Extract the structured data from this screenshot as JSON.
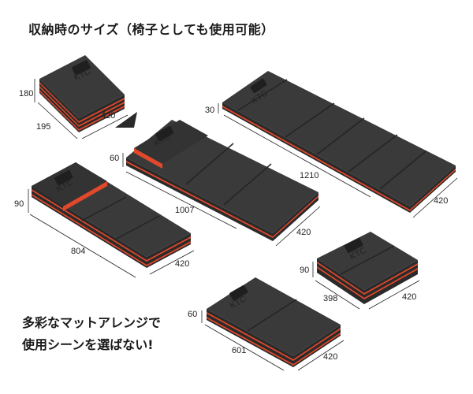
{
  "heading": "収納時のサイズ（椅子としても使用可能）",
  "tagline": [
    "多彩なマットアレンジで",
    "使用シーンを選ばない!"
  ],
  "handle_logo": "KTC",
  "colors": {
    "mat_top": "#3a3a3a",
    "mat_top_dark": "#2c2c2c",
    "mat_side": "#2a2a2a",
    "mat_edge_red": "#e2482a",
    "text": "#1a1a1a"
  },
  "configurations": [
    {
      "id": "stacked-cube",
      "dims": {
        "height": "180",
        "width": "195",
        "length": "420"
      }
    },
    {
      "id": "long-flat",
      "dims": {
        "height": "30",
        "length": "1210",
        "width": "420"
      }
    },
    {
      "id": "mid-flat",
      "dims": {
        "height": "60",
        "length": "1007",
        "width": "420"
      }
    },
    {
      "id": "three-panel",
      "dims": {
        "height": "90",
        "length": "804",
        "width": "420"
      }
    },
    {
      "id": "small-stack",
      "dims": {
        "height": "90",
        "length": "398",
        "width": "420"
      }
    },
    {
      "id": "two-panel",
      "dims": {
        "height": "60",
        "length": "601",
        "width": "420"
      }
    }
  ]
}
